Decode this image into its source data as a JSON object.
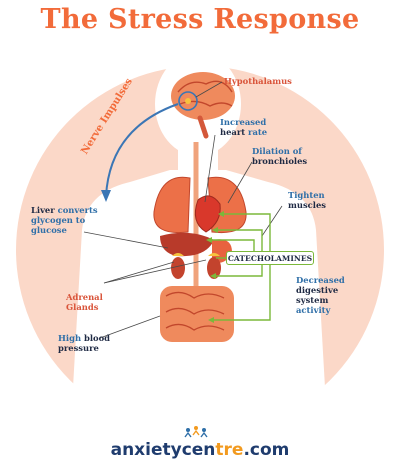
{
  "title": "The Stress Response",
  "nerve_label": "Nerve Impulses",
  "labels": {
    "hypothalamus": "Hypothalamus",
    "heart_rate_1": "Increased",
    "heart_rate_2a": "heart",
    "heart_rate_2b": "rate",
    "bronch_1": "Dilation of",
    "bronch_2": "bronchioles",
    "muscles_1": "Tighten",
    "muscles_2": "muscles",
    "liver_1a": "Liver",
    "liver_1b": "converts",
    "liver_2": "glycogen to",
    "liver_3": "glucose",
    "catecholamines": "CATECHOLAMINES",
    "digestive_1": "Decreased",
    "digestive_2": "digestive",
    "digestive_3": "system",
    "digestive_4": "activity",
    "adrenal_1": "Adrenal",
    "adrenal_2": "Glands",
    "bp_1a": "High",
    "bp_1b": "blood",
    "bp_2": "pressure"
  },
  "brand": {
    "part1": "anxietycen",
    "part2": "tre",
    "part3": ".com"
  },
  "colors": {
    "title": "#f26b3a",
    "circle": "#fbd8c8",
    "body": "#ffffff",
    "organ": "#e8623f",
    "pathway": "#7bb83a",
    "nerve_arrow": "#3b76b5",
    "text_dark": "#1f2a44",
    "text_blue": "#2f6fa8",
    "text_orange": "#d9543a"
  }
}
